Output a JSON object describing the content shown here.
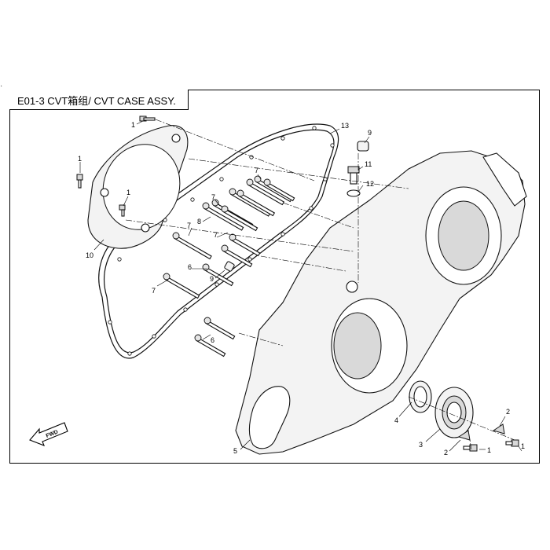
{
  "header": {
    "title": "E01-3 CVT箱组/ CVT CASE ASSY.",
    "corner_mark": "·"
  },
  "forward_arrow": {
    "label": "FWD"
  },
  "callouts": {
    "bolt_1_top": "1",
    "bolt_1_left": "1",
    "bolt_1_inner": "1",
    "plate_10": "10",
    "gasket_13": "13",
    "bolt_7_a": "7",
    "bolt_7_b": "7",
    "bolt_7_c": "7",
    "bolt_7_d": "7",
    "bolt_7_e": "7",
    "bolt_8": "8",
    "dowel_9_left": "9",
    "dowel_6_upper": "6",
    "dowel_6_lower": "6",
    "dowel_9_right": "9",
    "plug_11": "11",
    "washer_12": "12",
    "case_5": "5",
    "seal_4": "4",
    "bearing_3": "3",
    "clip_2_right": "2",
    "clip_2_bottom": "2",
    "bolt_1_right": "1",
    "bolt_1_bottom": "1"
  }
}
